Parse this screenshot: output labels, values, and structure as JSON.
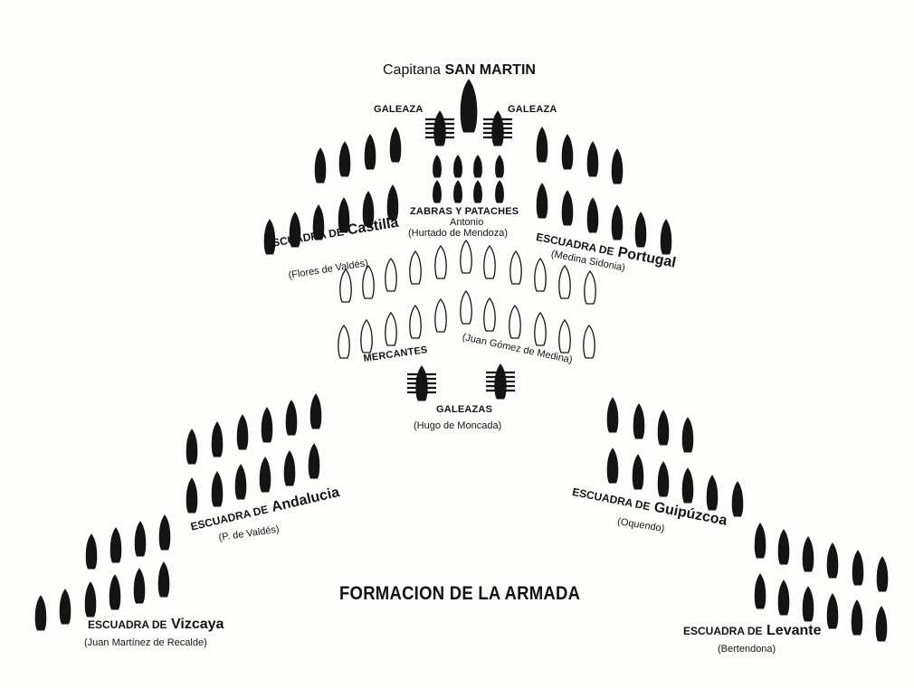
{
  "title": "FORMACION DE LA ARMADA",
  "flagship": {
    "prefix": "Capitana",
    "name": "SAN MARTIN"
  },
  "labels": {
    "galeaza_left": "GALEAZA",
    "galeaza_right": "GALEAZA",
    "zabras": "ZABRAS Y PATACHES",
    "zabras_cmd": "Antonio",
    "zabras_cmd2": "(Hurtado de Mendoza)",
    "mercantes": "MERCANTES",
    "mercantes_cmd": "(Juan Gómez de Medina)",
    "galeazas": "GALEAZAS",
    "galeazas_cmd": "(Hugo de Moncada)"
  },
  "squadrons": {
    "castilla": {
      "prefix": "ESCUADRA DE",
      "name": "Castilla",
      "commander": "(Flores de Valdés)"
    },
    "portugal": {
      "prefix": "ESCUADRA DE",
      "name": "Portugal",
      "commander": "(Medina Sidonia)"
    },
    "andalucia": {
      "prefix": "ESCUADRA DE",
      "name": "Andalucia",
      "commander": "(P. de Valdés)"
    },
    "guipuzcoa": {
      "prefix": "ESCUADRA DE",
      "name": "Guipúzcoa",
      "commander": "(Oquendo)"
    },
    "vizcaya": {
      "prefix": "ESCUADRA DE",
      "name": "Vizcaya",
      "commander": "(Juan Martínez de Recalde)"
    },
    "levante": {
      "prefix": "ESCUADRA DE",
      "name": "Levante",
      "commander": "(Bertendona)"
    }
  },
  "colors": {
    "ink": "#141414",
    "paper": "#fdfdfb"
  }
}
